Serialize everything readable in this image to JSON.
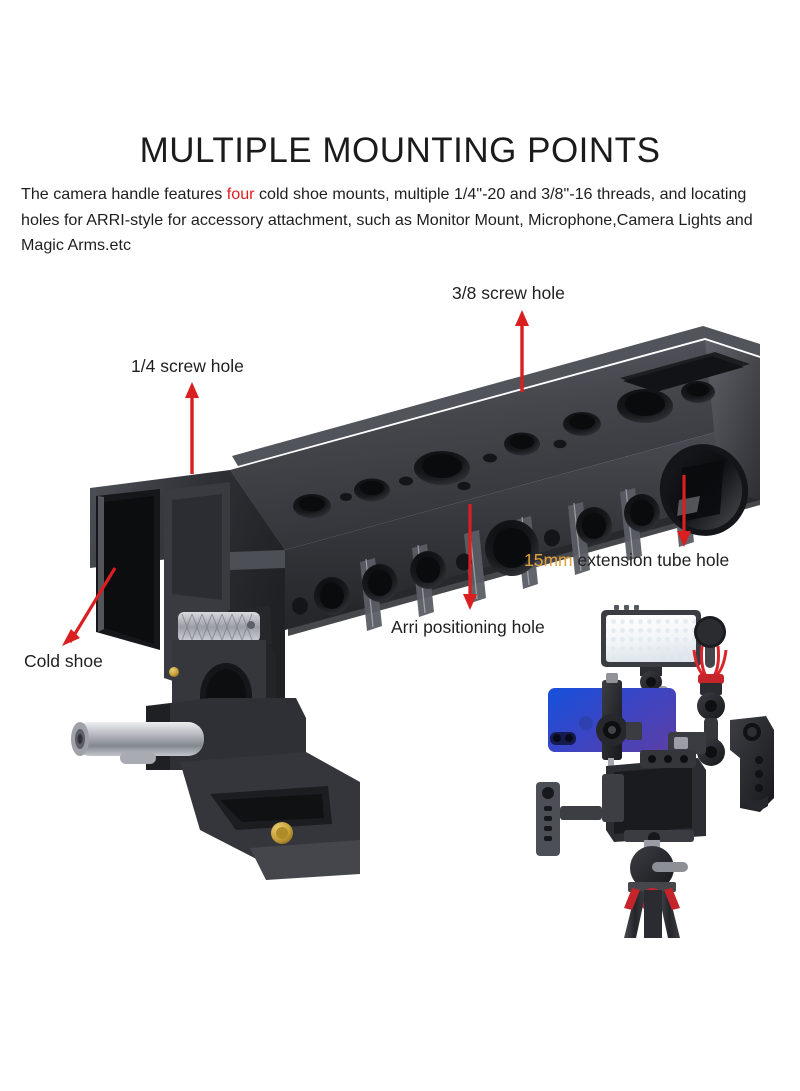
{
  "header": {
    "title": "MULTIPLE MOUNTING POINTS",
    "intro_part1": "The camera handle features ",
    "intro_highlight": "four",
    "intro_part2": " cold shoe mounts, multiple 1/4\"-20 and 3/8\"-16 threads, and locating holes for ARRI-style for accessory attachment, such as Monitor Mount, Microphone,Camera Lights and Magic Arms.etc"
  },
  "callouts": [
    {
      "id": "quarter-screw-hole",
      "label": "1/4 screw hole"
    },
    {
      "id": "three-eighth-screw-hole",
      "label": "3/8 screw hole"
    },
    {
      "id": "cold-shoe",
      "label": "Cold shoe"
    },
    {
      "id": "arri-positioning-hole",
      "label": "Arri positioning hole"
    },
    {
      "id": "extension-tube-hole",
      "label_amber": "15mm",
      "label_rest": " extension tube hole"
    }
  ],
  "colors": {
    "arrow_red": "#d91f1f",
    "highlight_red": "#e01d1d",
    "amber": "#e4a13c",
    "metal_dark": "#2b2d31",
    "metal_mid": "#44464b",
    "metal_light": "#6a6d74",
    "phone_blue": "#1b4fd8",
    "phone_purple": "#5a3fa8",
    "tripod_red": "#c41f27",
    "brass": "#c9a23a",
    "chrome": "#c7cacf"
  }
}
